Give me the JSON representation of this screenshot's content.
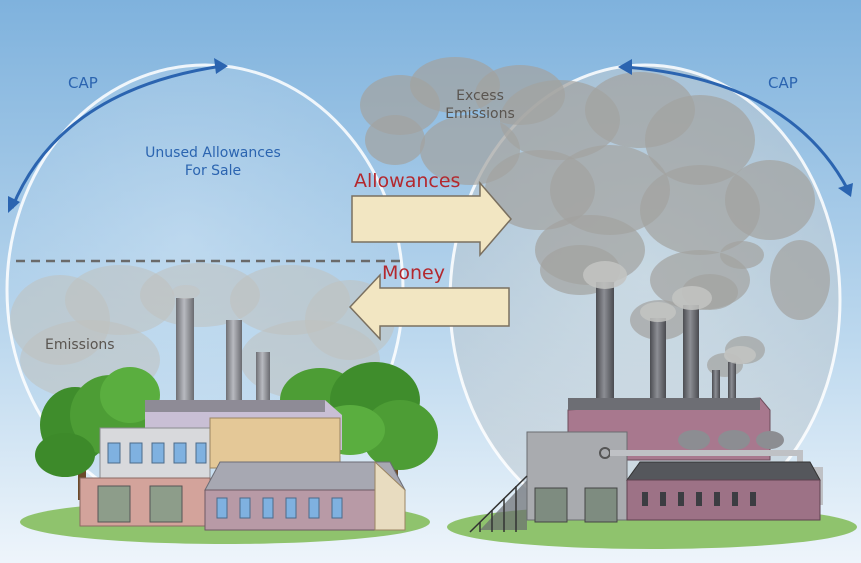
{
  "labels": {
    "cap_left": "CAP",
    "cap_right": "CAP",
    "unused_line1": "Unused Allowances",
    "unused_line2": "For Sale",
    "excess_line1": "Excess",
    "excess_line2": "Emissions",
    "allowances": "Allowances",
    "money": "Money",
    "emissions": "Emissions"
  },
  "colors": {
    "sky_top": "#7fb2dd",
    "sky_bottom": "#eef5fb",
    "cap_arrow": "#2b64b0",
    "label_blue": "#2b64b0",
    "label_red": "#b3282e",
    "trade_arrow_fill": "#f2e6c2",
    "grass": "#8fc36d",
    "smoke": "#a3a3a0"
  }
}
